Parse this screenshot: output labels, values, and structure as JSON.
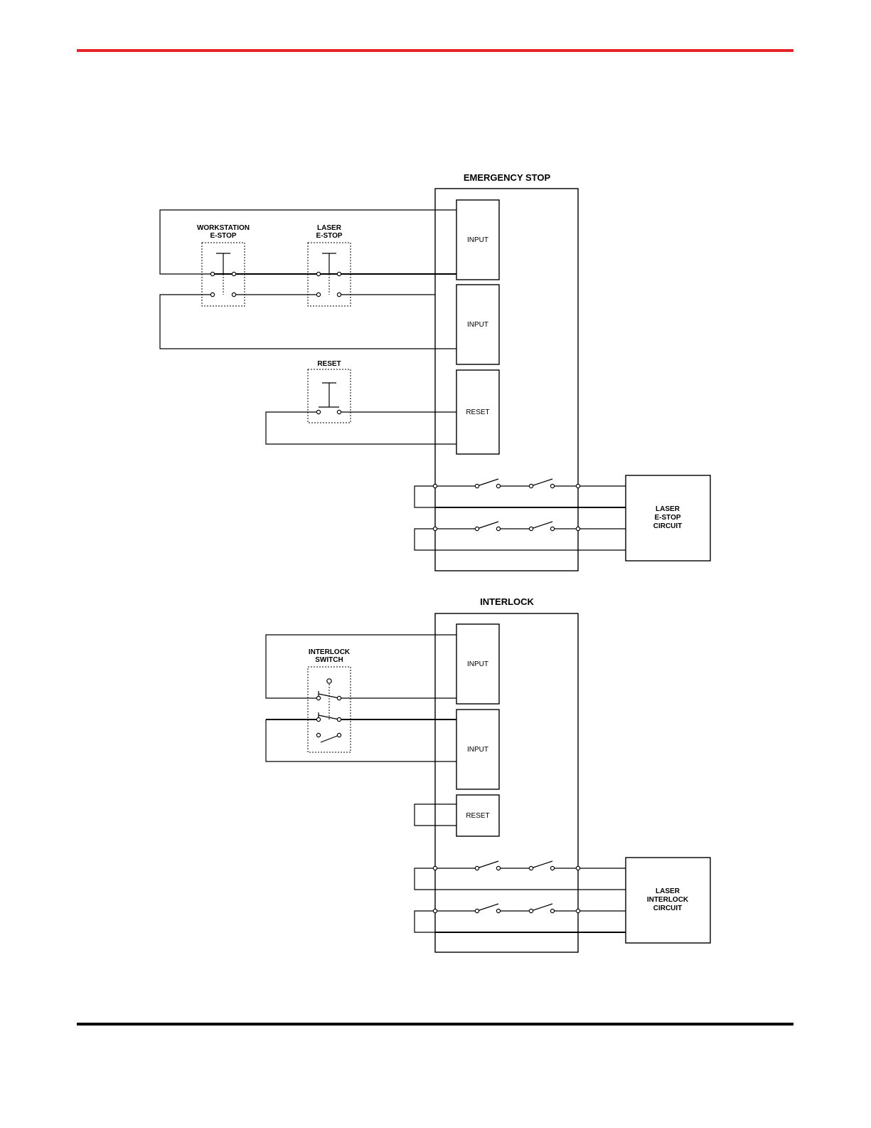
{
  "colors": {
    "top_rule": "#e8202a",
    "bottom_rule": "#000000"
  },
  "estop": {
    "title": "EMERGENCY STOP",
    "workstation_label": [
      "WORKSTATION",
      "E-STOP"
    ],
    "laser_label": [
      "LASER",
      "E-STOP"
    ],
    "reset_label": "RESET",
    "input1": "INPUT",
    "input2": "INPUT",
    "reset_box": "RESET",
    "circuit": [
      "LASER",
      "E-STOP",
      "CIRCUIT"
    ]
  },
  "interlock": {
    "title": "INTERLOCK",
    "switch_label": [
      "INTERLOCK",
      "SWITCH"
    ],
    "input1": "INPUT",
    "input2": "INPUT",
    "reset_box": "RESET",
    "circuit": [
      "LASER",
      "INTERLOCK",
      "CIRCUIT"
    ]
  }
}
